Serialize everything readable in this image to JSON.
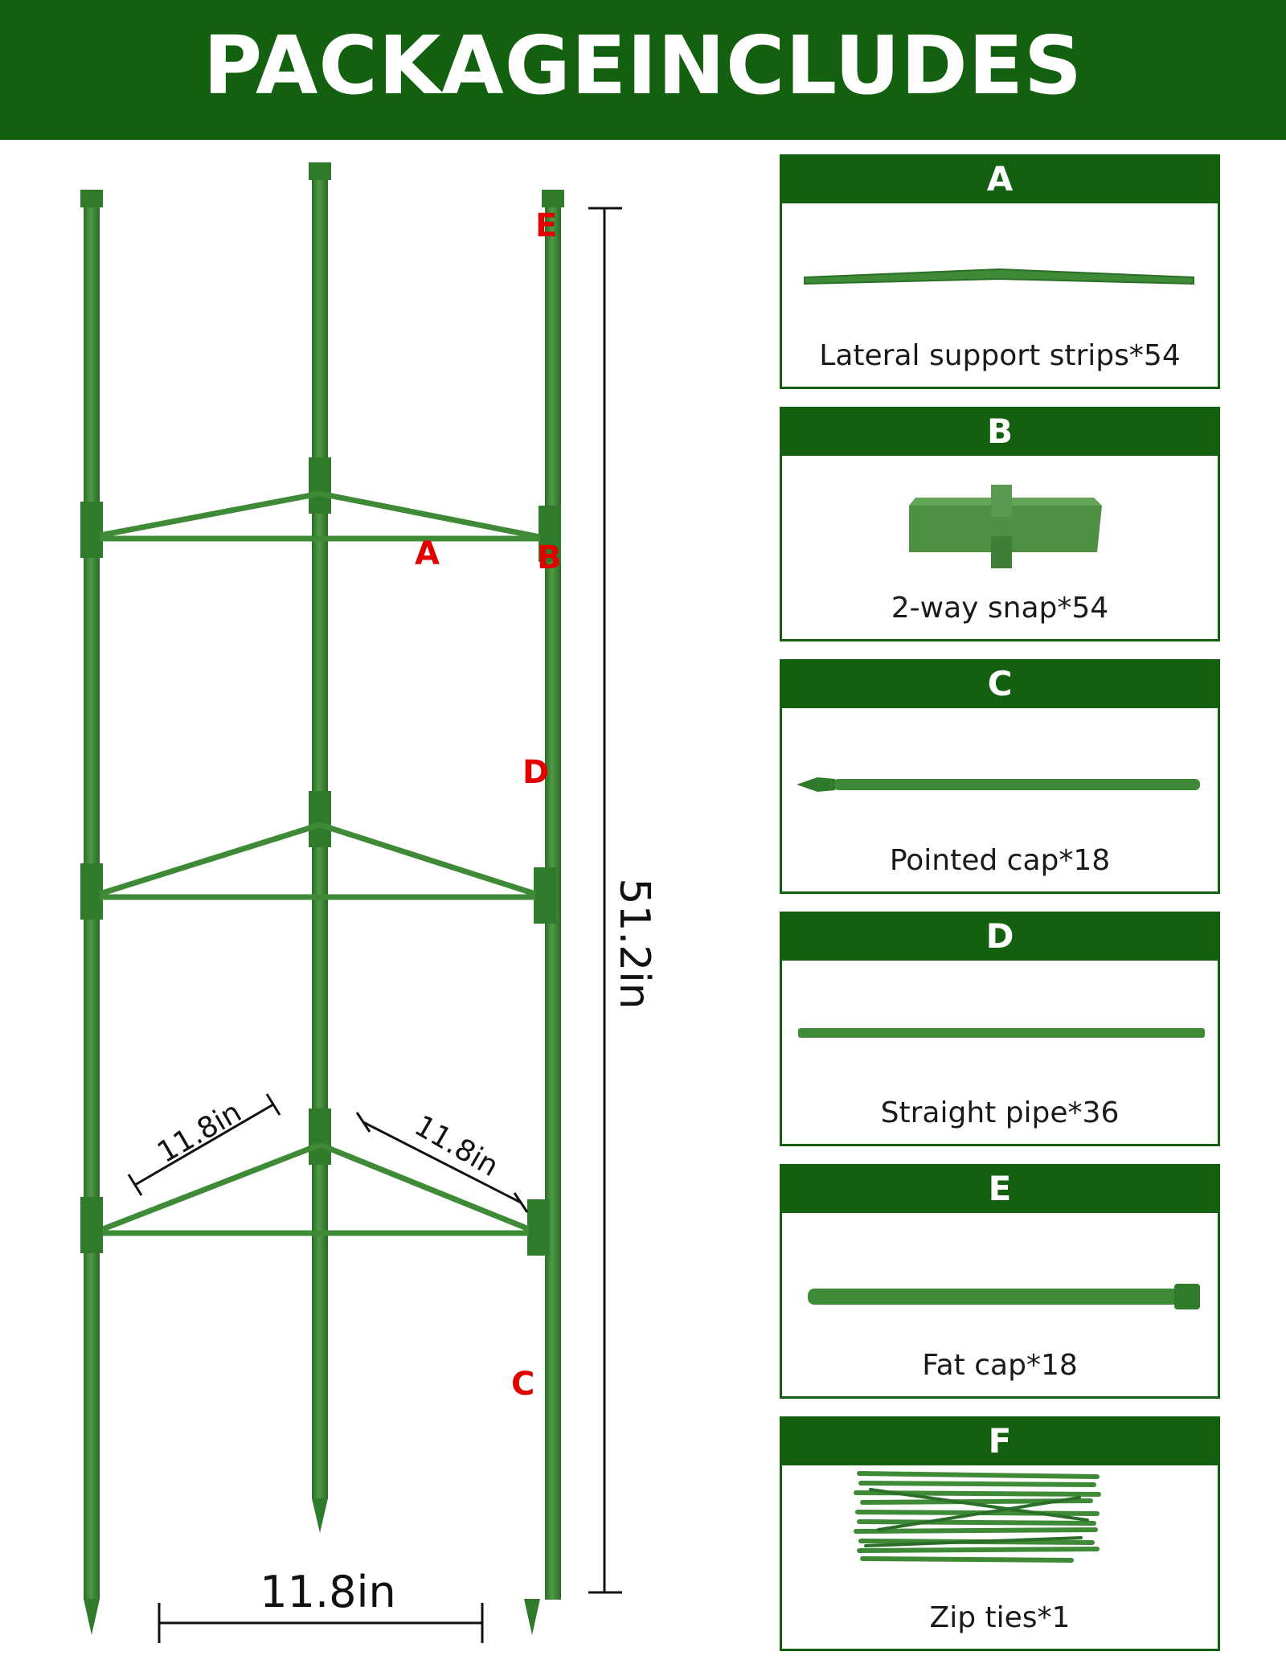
{
  "banner": {
    "title": "PACKAGEINCLUDES"
  },
  "diagram": {
    "labels": {
      "a": "A",
      "b": "B",
      "c": "C",
      "d": "D",
      "e": "E"
    },
    "height_dimension": "51.2in",
    "width_dimension": "11.8in",
    "side_dimension_left": "11.8in",
    "side_dimension_right": "11.8in"
  },
  "parts": [
    {
      "letter": "A",
      "label": "Lateral support strips*54",
      "icon": "support-strip-icon"
    },
    {
      "letter": "B",
      "label": "2-way snap*54",
      "icon": "snap-connector-icon"
    },
    {
      "letter": "C",
      "label": "Pointed cap*18",
      "icon": "pointed-pipe-icon"
    },
    {
      "letter": "D",
      "label": "Straight pipe*36",
      "icon": "straight-pipe-icon"
    },
    {
      "letter": "E",
      "label": "Fat cap*18",
      "icon": "fat-cap-pipe-icon"
    },
    {
      "letter": "F",
      "label": "Zip ties*1",
      "icon": "zip-ties-icon"
    }
  ],
  "colors": {
    "brand_green": "#136110",
    "plastic_green": "#3e8a36",
    "label_red": "#e00000"
  }
}
